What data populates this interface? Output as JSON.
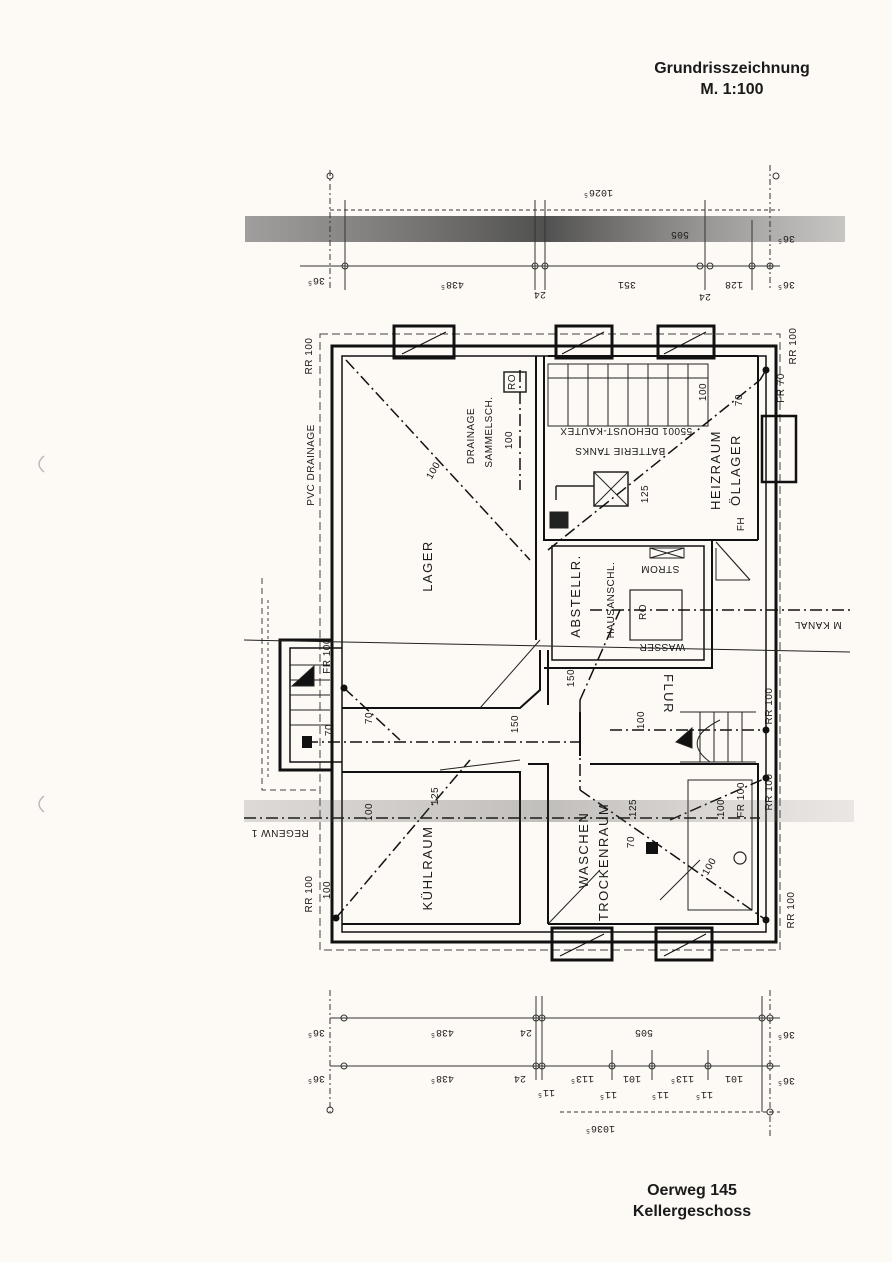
{
  "header": {
    "title": "Grundrisszeichnung",
    "scale": "M. 1:100"
  },
  "footer": {
    "address": "Oerweg 145",
    "floor": "Kellergeschoss"
  },
  "rooms": {
    "lager": "LAGER",
    "kuehlraum": "KÜHLRAUM",
    "waschen": "WASCHEN",
    "trockenraum": "TROCKENRAUM",
    "flur": "FLUR",
    "abstellr": "ABSTELLR.",
    "hausanschl": "HAUSANSCHL.",
    "strom": "STROM",
    "wasser": "WASSER",
    "heizraum": "HEIZRAUM",
    "oellager": "ÖLLAGER",
    "drainage_sammel_1": "DRAINAGE",
    "drainage_sammel_2": "SAMMELSCH."
  },
  "labels": {
    "pvc_drainage": "PVC DRAINAGE",
    "regenw": "REGENW 1",
    "kanal": "M KANAL",
    "batterie_tanks": "BATTERIE TANKS",
    "tank_type": "55001 DEHOUST-KAUTEX",
    "fh": "FH",
    "ro_1": "RO",
    "ro_2": "RO",
    "rr_left_top": "RR 100",
    "rr_left_bottom": "RR 100",
    "rr_right_top": "RR 100",
    "rr_right_mid": "RR 100",
    "rr_right_low": "RR 100",
    "rr_right_bottom": "RR 100",
    "fr_left": "FR 100",
    "fr_right_top": "FR 70",
    "fr_right_low": "FR 100"
  },
  "pipe_numbers": {
    "n100_diag": "100",
    "n100_sammel": "100",
    "n100_heiz": "100",
    "n70_heiz": "70",
    "n125_heiz": "125",
    "n150_top": "150",
    "n150_mid": "150",
    "n100_flur": "100",
    "n70_left": "70",
    "n125_kuehl": "125",
    "n100_kuehl": "100",
    "n100_kuehl2": "100",
    "n125_wasch": "125",
    "n70_wasch": "70",
    "n100_wasch": "100",
    "n100_wasch2": "100",
    "n70_left2": "70"
  },
  "dimensions_top": {
    "total": "1026⁵",
    "d1": "36⁵",
    "d2": "438⁵",
    "d3": "24",
    "d4": "351",
    "d5": "24",
    "d6": "128",
    "d7": "36⁵",
    "d8": "36⁵",
    "d9": "505"
  },
  "dimensions_bottom": {
    "total": "1036⁵",
    "a1": "36⁵",
    "a2": "438⁵",
    "a3": "24",
    "a4": "505",
    "a5": "36⁵",
    "b1": "36⁵",
    "b2": "438⁵",
    "b3": "24",
    "b4": "11⁵",
    "b5": "113⁵",
    "b6": "101",
    "b7": "113⁵",
    "b8": "101",
    "b9": "36⁵",
    "c1": "11⁵",
    "c2": "11⁵",
    "c3": "11⁵"
  }
}
